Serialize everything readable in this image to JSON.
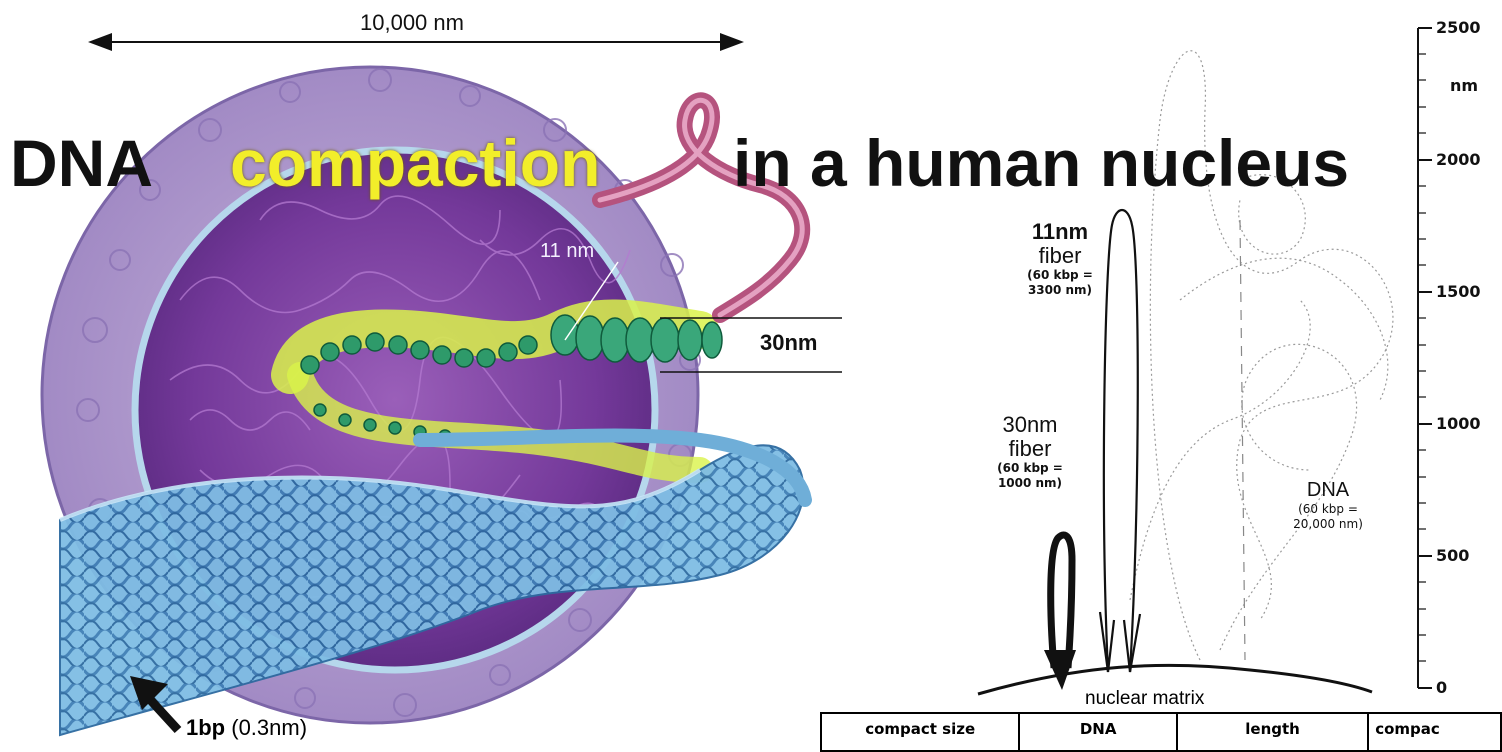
{
  "title": {
    "word1": "DNA",
    "word2": "compaction",
    "rest": "in a human nucleus"
  },
  "scale_top": "10,000 nm",
  "labels": {
    "eleven_nm": "11 nm",
    "thirty_nm": "30nm",
    "bp": "1bp",
    "bp_size": "(0.3nm)"
  },
  "fibers": {
    "f11_title": [
      "11nm",
      "fiber"
    ],
    "f11_sub": [
      "(60 kbp =",
      "3300 nm)"
    ],
    "f30_title": [
      "30nm",
      "fiber"
    ],
    "f30_sub": [
      "(60 kbp =",
      "1000 nm)"
    ],
    "dna_title": "DNA",
    "dna_sub": [
      "(60 kbp =",
      "20,000 nm)"
    ]
  },
  "nuclear_matrix": "nuclear matrix",
  "axis": {
    "unit": "nm",
    "ticks": [
      "2500",
      "2000",
      "1500",
      "1000",
      "500",
      "0"
    ]
  },
  "table_headers": [
    "compact size",
    "DNA",
    "length",
    "compac"
  ],
  "colors": {
    "title_highlight": "#f2ee2a",
    "nucleus_purple": "#7a3e98",
    "envelope_blue": "#a9c3df",
    "dna_blue": "#6faed8",
    "fiber_green": "#2e9a6a",
    "fiber_glow": "#d9f24a",
    "ribbon_pink": "#b5537e"
  }
}
